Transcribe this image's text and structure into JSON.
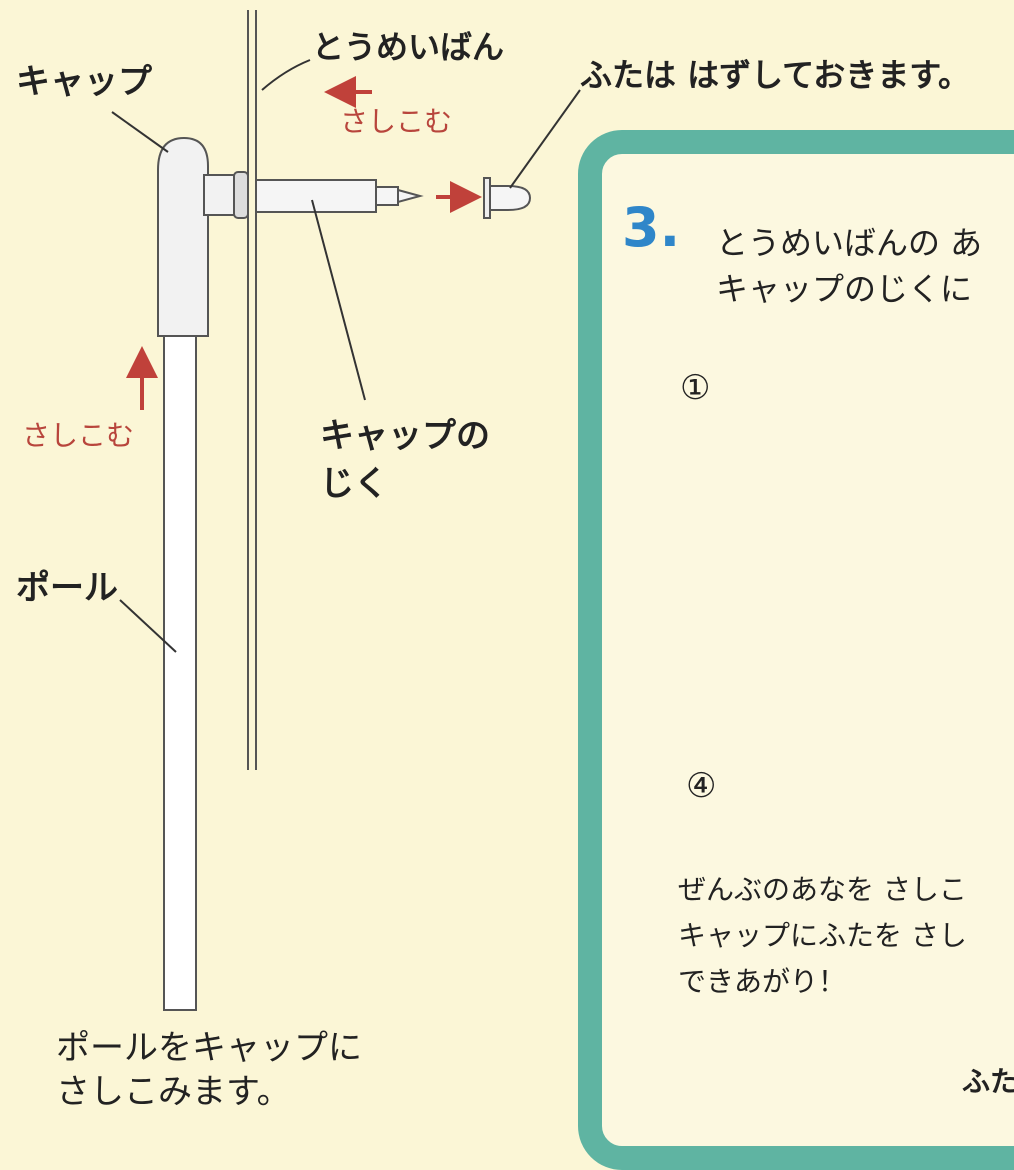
{
  "left": {
    "cap_label": "キャップ",
    "board_label": "とうめいばん",
    "insert_top": "さしこむ",
    "insert_left": "さしこむ",
    "axis_label_line1": "キャップの",
    "axis_label_line2": "じく",
    "pole_label": "ポール",
    "caption_line1": "ポールをキャップに",
    "caption_line2": "さしこみます。"
  },
  "note_top": "ふたは はずしておきます。",
  "step3": {
    "number": "3.",
    "title_line1": "とうめいばんの あ",
    "title_line2": "キャップのじくに",
    "marker_1": "①",
    "marker_4": "④",
    "body_line1": "ぜんぶのあなを さしこ",
    "body_line2": "キャップにふたを さし",
    "body_line3": "できあがり！",
    "footer_fragment": "ふた"
  },
  "colors": {
    "background": "#fbf6d6",
    "panel_border": "#5fb4a2",
    "arrow_pink": "#e9707c",
    "accent_red": "#b8453c",
    "step_blue": "#2f86c9"
  }
}
